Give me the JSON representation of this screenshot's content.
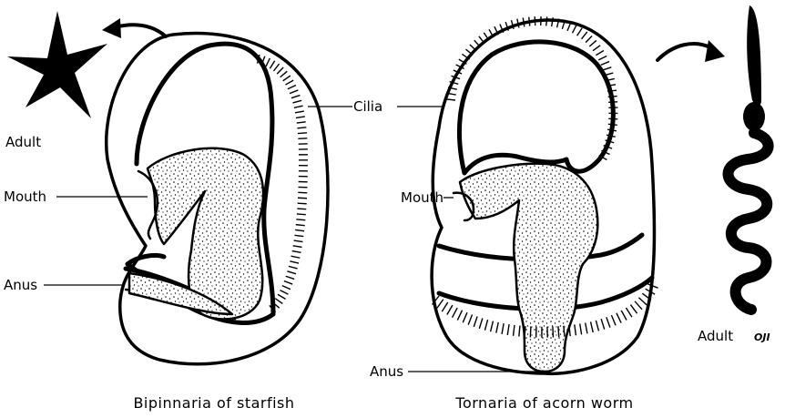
{
  "figure": {
    "left_larva": {
      "caption": "Bipinnaria of starfish",
      "labels": {
        "adult": "Adult",
        "mouth": "Mouth",
        "anus": "Anus"
      }
    },
    "right_larva": {
      "caption": "Tornaria of acorn worm",
      "labels": {
        "adult": "Adult",
        "mouth": "Mouth",
        "anus": "Anus"
      }
    },
    "shared_label": "Cilia",
    "signature": "OJI"
  },
  "colors": {
    "ink": "#000000",
    "paper": "#ffffff"
  },
  "icons": [
    "starfish-icon",
    "acorn-worm-icon",
    "curved-arrow-icon"
  ]
}
